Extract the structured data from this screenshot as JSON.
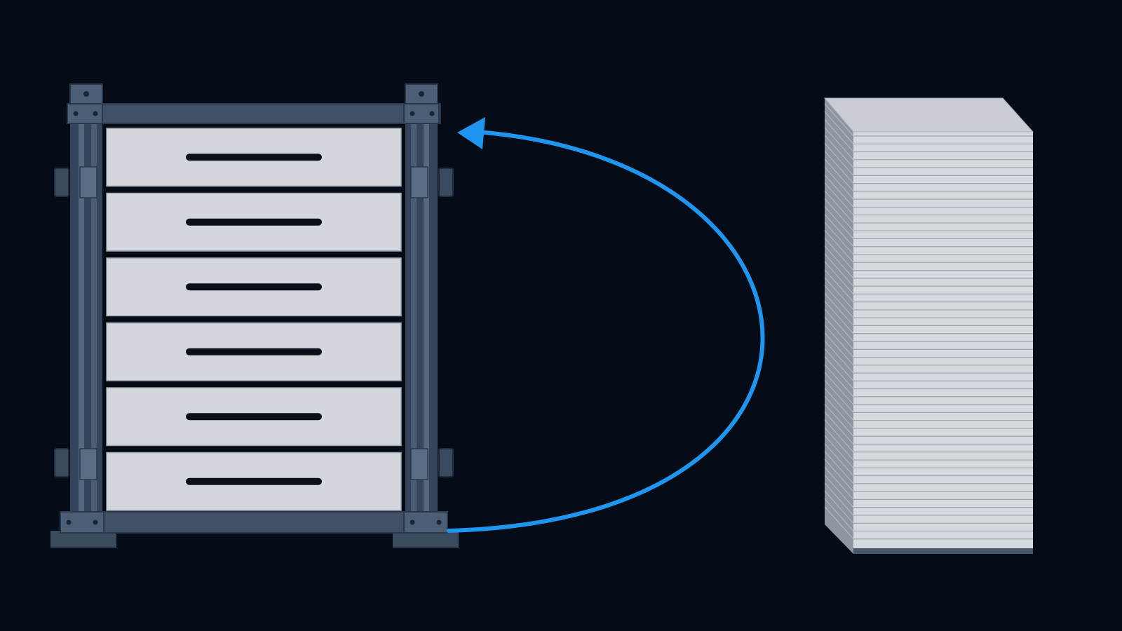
{
  "colors": {
    "background": "#050b17",
    "frame": "#3f5067",
    "frame_dark": "#2a3748",
    "frame_light": "#5c6f88",
    "drawer": "#d3d6dc",
    "drawer_shadow": "#9aa1ab",
    "handle": "#0a0f1a",
    "arrow": "#1e96f0",
    "stack_front": "#d6d9de",
    "stack_line": "#9ea5ae",
    "stack_side": "#8e959e",
    "stack_top": "#c9ccd2",
    "stack_base": "#47586e"
  },
  "icons": {
    "rack": "drawer-rack-icon",
    "stack": "paper-stack-icon",
    "arrow": "curved-arrow-icon"
  },
  "rack": {
    "drawers": [
      {
        "handle": "bar"
      },
      {
        "handle": "bar"
      },
      {
        "handle": "bar"
      },
      {
        "handle": "bar"
      },
      {
        "handle": "bar"
      },
      {
        "handle": "bar"
      }
    ]
  },
  "arrow": {
    "direction": "from-rack-bottom-to-rack-top"
  },
  "stack": {
    "sheets": 52
  }
}
